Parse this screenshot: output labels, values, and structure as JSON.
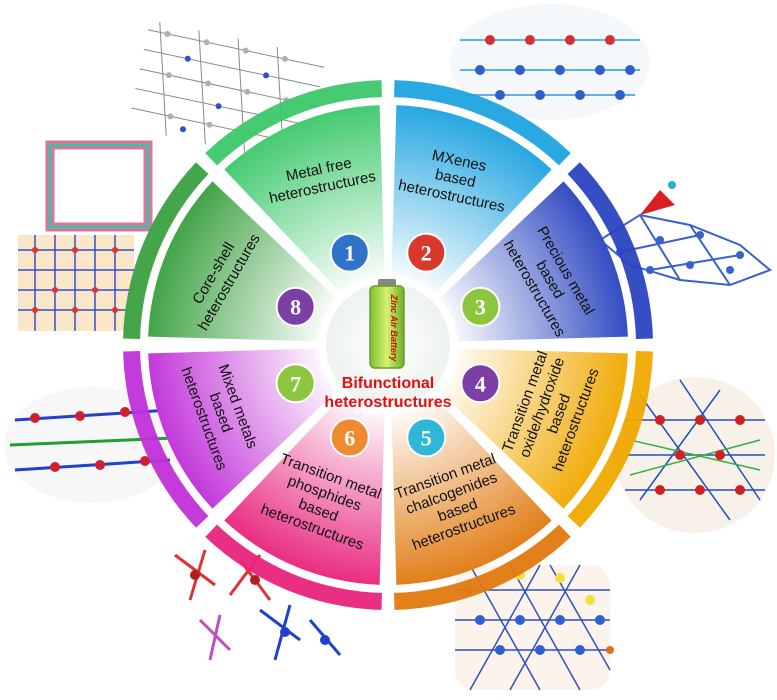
{
  "center": {
    "title_line1": "Bifunctional",
    "title_line2": "heterostructures",
    "battery_label": "Zinc Air Battery"
  },
  "segments": [
    {
      "number": "1",
      "lines": [
        "Metal free",
        "heterostructures"
      ],
      "color": "#3cc86a",
      "badge": "#2f74c8"
    },
    {
      "number": "2",
      "lines": [
        "MXenes",
        "based",
        "heterostructures"
      ],
      "color": "#1ea3e0",
      "badge": "#d8392b"
    },
    {
      "number": "3",
      "lines": [
        "Precious metal",
        "based",
        "heterostructures"
      ],
      "color": "#2a45c0",
      "badge": "#8cc63f"
    },
    {
      "number": "4",
      "lines": [
        "Transition metal",
        "oxide/hydroxide",
        "based",
        "heterostructures"
      ],
      "color": "#f0a800",
      "badge": "#7b3fa6"
    },
    {
      "number": "5",
      "lines": [
        "Transition metal",
        "chalcogenides",
        "based",
        "heterostructures"
      ],
      "color": "#e07a10",
      "badge": "#2fb7d8"
    },
    {
      "number": "6",
      "lines": [
        "Transition metal",
        "phosphides",
        "based",
        "heterostructures"
      ],
      "color": "#e8247c",
      "badge": "#f08a30"
    },
    {
      "number": "7",
      "lines": [
        "Mixed metals",
        "based",
        "heterostructures"
      ],
      "color": "#c030d8",
      "badge": "#8cc63f"
    },
    {
      "number": "8",
      "lines": [
        "Core-shell",
        "heterostructures"
      ],
      "color": "#3aa040",
      "badge": "#7b3fa6"
    }
  ]
}
